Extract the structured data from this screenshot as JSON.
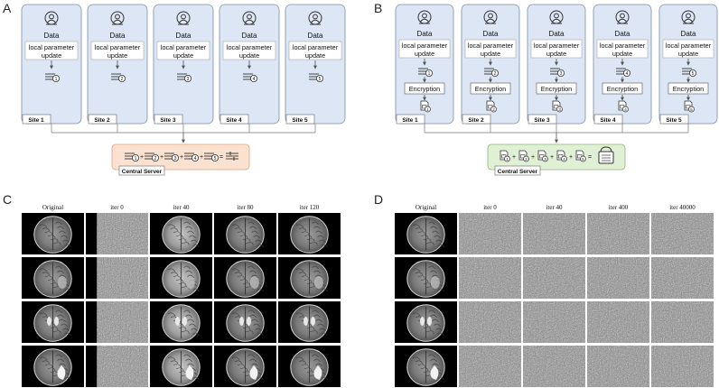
{
  "panels": {
    "A": {
      "letter": "A",
      "sites": [
        {
          "data": "Data",
          "update": "local parameter update",
          "site": "Site 1",
          "sub": "1"
        },
        {
          "data": "Data",
          "update": "local parameter update",
          "site": "Site 2",
          "sub": "2"
        },
        {
          "data": "Data",
          "update": "local parameter update",
          "site": "Site 3",
          "sub": "3"
        },
        {
          "data": "Data",
          "update": "local parameter update",
          "site": "Site 4",
          "sub": "4"
        },
        {
          "data": "Data",
          "update": "local parameter update",
          "site": "Site 5",
          "sub": "5"
        }
      ],
      "server": "Central Server"
    },
    "B": {
      "letter": "B",
      "sites": [
        {
          "data": "Data",
          "update": "local parameter update",
          "encryption": "Encryption",
          "site": "Site 1",
          "sub": "1"
        },
        {
          "data": "Data",
          "update": "local parameter update",
          "encryption": "Encryption",
          "site": "Site 2",
          "sub": "2"
        },
        {
          "data": "Data",
          "update": "local parameter update",
          "encryption": "Encryption",
          "site": "Site 3",
          "sub": "3"
        },
        {
          "data": "Data",
          "update": "local parameter update",
          "encryption": "Encryption",
          "site": "Site 4",
          "sub": "4"
        },
        {
          "data": "Data",
          "update": "local parameter update",
          "encryption": "Encryption",
          "site": "Site 5",
          "sub": "5"
        }
      ],
      "server": "Central Server"
    },
    "C": {
      "letter": "C",
      "columns": [
        "Original",
        "iter 0",
        "iter 40",
        "iter 80",
        "iter 120"
      ],
      "rows": 4
    },
    "D": {
      "letter": "D",
      "columns": [
        "Original",
        "iter 0",
        "iter 40",
        "iter 400",
        "iter 40000"
      ],
      "rows": 4
    }
  },
  "colors": {
    "site_fill": "#dce6f4",
    "site_stroke": "#7f8fa6",
    "serverA_fill": "#fbe1cf",
    "serverA_stroke": "#e2a37d",
    "serverB_fill": "#dff0d4",
    "serverB_stroke": "#8fb47b"
  }
}
